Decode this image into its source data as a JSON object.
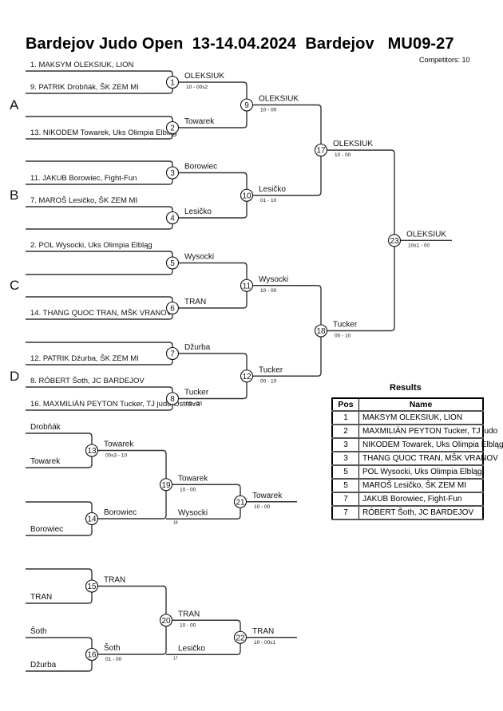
{
  "header": {
    "title": "Bardejov Judo Open  13-14.04.2024  Bardejov   MU09-27",
    "competitors": "Competitors: 10"
  },
  "pools": [
    "A",
    "B",
    "C",
    "D"
  ],
  "entries": [
    "1. MAKSYM OLEKSIUK, LION",
    "9. PATRIK Drobňák, ŠK ZEM MI",
    "13. NIKODEM Towarek, Uks Olimpia Elbląg",
    "11. JAKUB Borowiec, Fight-Fun",
    "7. MAROŠ Lesičko, ŠK ZEM MI",
    "2. POL Wysocki, Uks Olimpia Elbląg",
    "14. THANG QUOC TRAN, MŠK VRANOV",
    "12. PATRIK Džurba, ŠK ZEM MI",
    "8. RÓBERT Šoth, JC BARDEJOV",
    "16. MAXMILIÁN PEYTON Tucker, TJ judo Ostrava"
  ],
  "main_matches": [
    {
      "num": "1",
      "winner": "OLEKSIUK",
      "score": "10 - 00s2"
    },
    {
      "num": "2",
      "winner": "Towarek",
      "score": ""
    },
    {
      "num": "3",
      "winner": "Borowiec",
      "score": ""
    },
    {
      "num": "4",
      "winner": "Lesičko",
      "score": ""
    },
    {
      "num": "5",
      "winner": "Wysocki",
      "score": ""
    },
    {
      "num": "6",
      "winner": "TRAN",
      "score": ""
    },
    {
      "num": "7",
      "winner": "Džurba",
      "score": ""
    },
    {
      "num": "8",
      "winner": "Tucker",
      "score": "00 - 00"
    },
    {
      "num": "9",
      "winner": "OLEKSIUK",
      "score": "10 - 00"
    },
    {
      "num": "10",
      "winner": "Lesičko",
      "score": "01 - 10"
    },
    {
      "num": "11",
      "winner": "Wysocki",
      "score": "10 - 00"
    },
    {
      "num": "12",
      "winner": "Tucker",
      "score": "00 - 10"
    },
    {
      "num": "17",
      "winner": "OLEKSIUK",
      "score": "10 - 00"
    },
    {
      "num": "18",
      "winner": "Tucker",
      "score": "00 - 10"
    },
    {
      "num": "23",
      "winner": "OLEKSIUK",
      "score": "10s1 - 00"
    }
  ],
  "repechage": [
    {
      "entries": [
        "Drobňák",
        "Towarek",
        "",
        "Borowiec"
      ],
      "matches": [
        {
          "num": "13",
          "winner": "Towarek",
          "score": "00s3 - 10"
        },
        {
          "num": "14",
          "winner": "Borowiec",
          "score": ""
        },
        {
          "num": "19",
          "winner": "Towarek",
          "score": "10 - 00"
        },
        {
          "num": "21",
          "winner": "Towarek",
          "score": "10 - 00"
        }
      ],
      "crossover": {
        "name": "Wysocki",
        "ref": "18"
      }
    },
    {
      "entries": [
        "",
        "TRAN",
        "Šoth",
        "Džurba"
      ],
      "matches": [
        {
          "num": "15",
          "winner": "TRAN",
          "score": ""
        },
        {
          "num": "16",
          "winner": "Šoth",
          "score": "01 - 00"
        },
        {
          "num": "20",
          "winner": "TRAN",
          "score": "10 - 00"
        },
        {
          "num": "22",
          "winner": "TRAN",
          "score": "10 - 00s1"
        }
      ],
      "crossover": {
        "name": "Lesičko",
        "ref": "17"
      }
    }
  ],
  "results": {
    "title": "Results",
    "headers": {
      "pos": "Pos",
      "name": "Name"
    },
    "rows": [
      {
        "pos": "1",
        "name": "MAKSYM OLEKSIUK, LION"
      },
      {
        "pos": "2",
        "name": "MAXMILIÁN PEYTON Tucker, TJ judo"
      },
      {
        "pos": "3",
        "name": "NIKODEM Towarek, Uks Olimpia Elbląg"
      },
      {
        "pos": "3",
        "name": "THANG QUOC TRAN, MŠK VRANOV"
      },
      {
        "pos": "5",
        "name": "POL Wysocki, Uks Olimpia Elbląg"
      },
      {
        "pos": "5",
        "name": "MAROŠ Lesičko, ŠK ZEM MI"
      },
      {
        "pos": "7",
        "name": "JAKUB Borowiec, Fight-Fun"
      },
      {
        "pos": "7",
        "name": "RÓBERT Šoth, JC BARDEJOV"
      }
    ]
  }
}
